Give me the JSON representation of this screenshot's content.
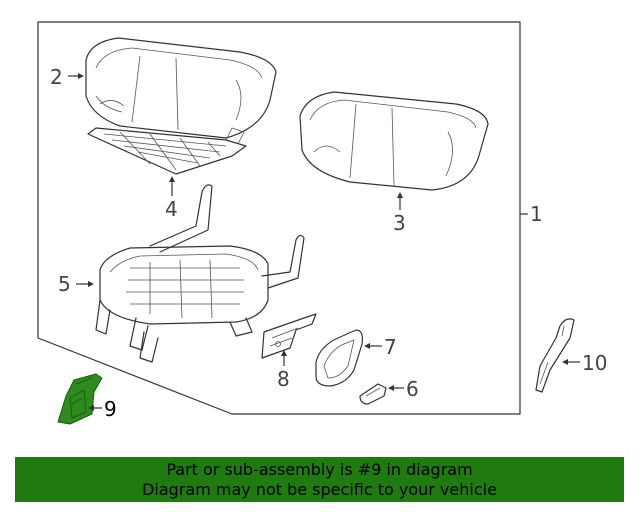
{
  "callouts": {
    "c1": "1",
    "c2": "2",
    "c3": "3",
    "c4": "4",
    "c5": "5",
    "c6": "6",
    "c7": "7",
    "c8": "8",
    "c9": "9",
    "c10": "10"
  },
  "highlight_color": "#1f7a10",
  "banner": {
    "line1": "Part or sub-assembly is #9 in diagram",
    "line2": "Diagram may not be specific to your vehicle"
  }
}
